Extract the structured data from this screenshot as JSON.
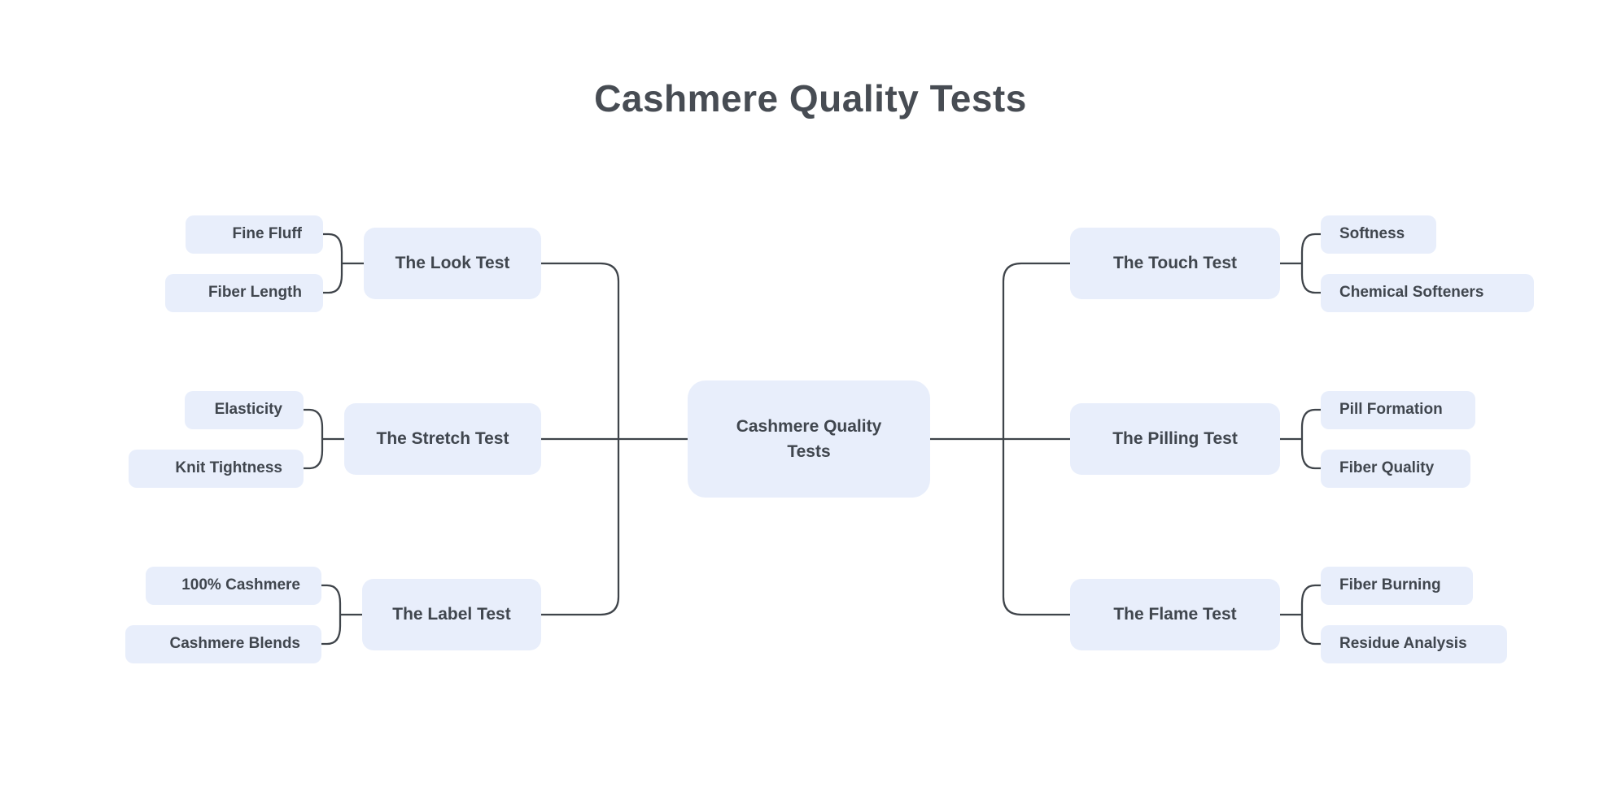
{
  "title": "Cashmere Quality Tests",
  "mindmap": {
    "root": {
      "label": "Cashmere Quality Tests"
    },
    "left_branches": [
      {
        "label": "The Look Test",
        "children": [
          {
            "label": "Fine Fluff"
          },
          {
            "label": "Fiber Length"
          }
        ]
      },
      {
        "label": "The Stretch Test",
        "children": [
          {
            "label": "Elasticity"
          },
          {
            "label": "Knit Tightness"
          }
        ]
      },
      {
        "label": "The Label Test",
        "children": [
          {
            "label": "100% Cashmere"
          },
          {
            "label": "Cashmere Blends"
          }
        ]
      }
    ],
    "right_branches": [
      {
        "label": "The Touch Test",
        "children": [
          {
            "label": "Softness"
          },
          {
            "label": "Chemical Softeners"
          }
        ]
      },
      {
        "label": "The Pilling Test",
        "children": [
          {
            "label": "Pill Formation"
          },
          {
            "label": "Fiber Quality"
          }
        ]
      },
      {
        "label": "The Flame Test",
        "children": [
          {
            "label": "Fiber Burning"
          },
          {
            "label": "Residue Analysis"
          }
        ]
      }
    ]
  },
  "colors": {
    "background": "#ffffff",
    "node_fill": "#e8eefb",
    "node_text": "#40464e",
    "connector": "#3f444a",
    "title_text": "#474c53"
  }
}
